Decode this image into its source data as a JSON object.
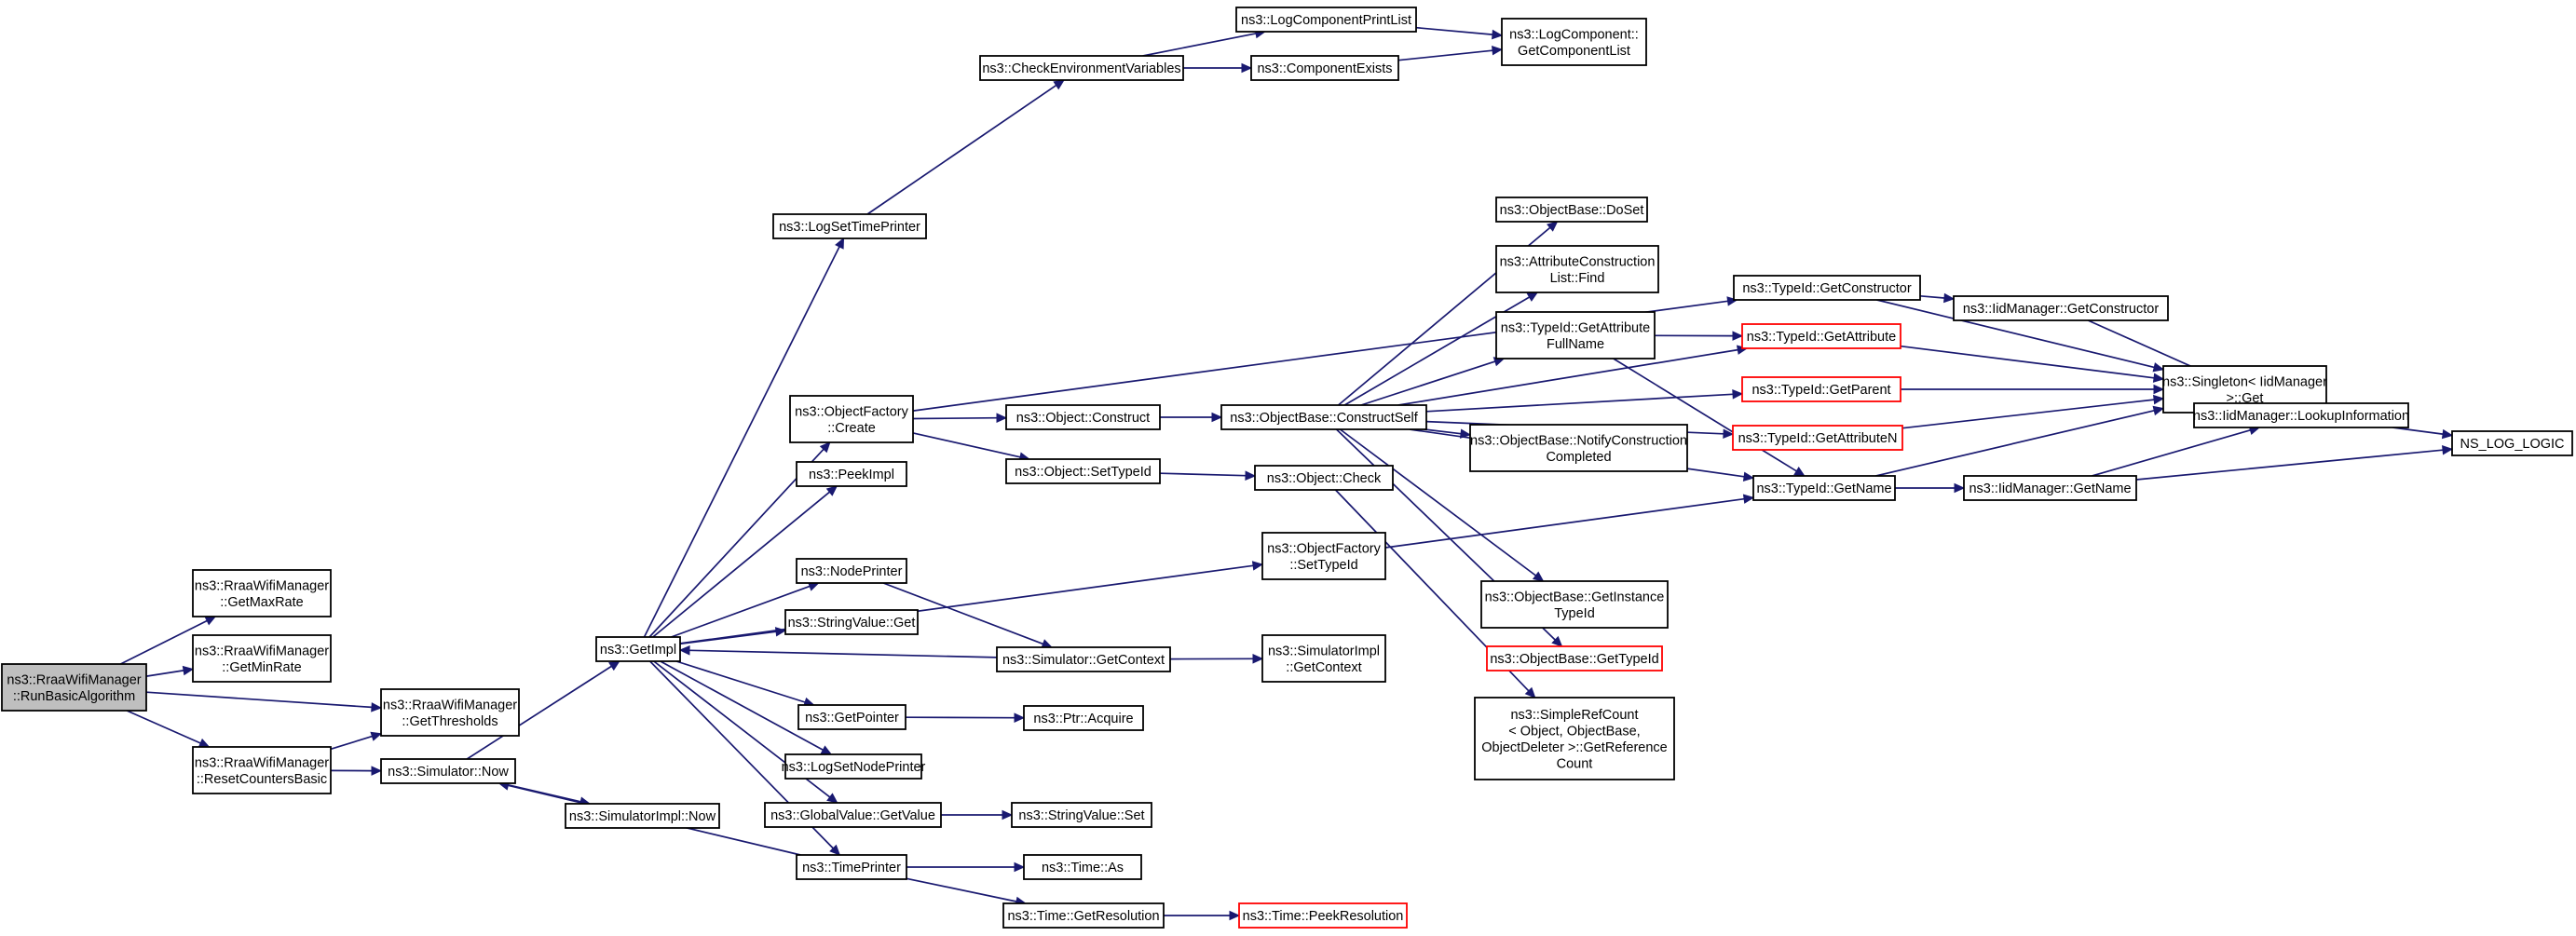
{
  "colors": {
    "edge": "#191970",
    "root_fill": "#bfbfbf",
    "truncated_border": "#ff0000",
    "node_border": "#000000"
  },
  "nodes": [
    {
      "id": "root",
      "lines": [
        "ns3::RraaWifiManager",
        "::RunBasicAlgorithm"
      ],
      "style": "root"
    },
    {
      "id": "getmaxrate",
      "lines": [
        "ns3::RraaWifiManager",
        "::GetMaxRate"
      ]
    },
    {
      "id": "getminrate",
      "lines": [
        "ns3::RraaWifiManager",
        "::GetMinRate"
      ]
    },
    {
      "id": "resetcounters",
      "lines": [
        "ns3::RraaWifiManager",
        "::ResetCountersBasic"
      ]
    },
    {
      "id": "getthresholds",
      "lines": [
        "ns3::RraaWifiManager",
        "::GetThresholds"
      ]
    },
    {
      "id": "simnow",
      "lines": [
        "ns3::Simulator::Now"
      ]
    },
    {
      "id": "simimplnow",
      "lines": [
        "ns3::SimulatorImpl::Now"
      ]
    },
    {
      "id": "getimpl",
      "lines": [
        "ns3::GetImpl"
      ]
    },
    {
      "id": "logsettimeprinter",
      "lines": [
        "ns3::LogSetTimePrinter"
      ]
    },
    {
      "id": "checkenv",
      "lines": [
        "ns3::CheckEnvironmentVariables"
      ]
    },
    {
      "id": "logcompprintlist",
      "lines": [
        "ns3::LogComponentPrintList"
      ]
    },
    {
      "id": "componentexists",
      "lines": [
        "ns3::ComponentExists"
      ]
    },
    {
      "id": "logcompgetlist",
      "lines": [
        "ns3::LogComponent::",
        "GetComponentList"
      ]
    },
    {
      "id": "objfactorycreate",
      "lines": [
        "ns3::ObjectFactory",
        "::Create"
      ]
    },
    {
      "id": "peekimpl",
      "lines": [
        "ns3::PeekImpl"
      ]
    },
    {
      "id": "nodeprinter",
      "lines": [
        "ns3::NodePrinter"
      ]
    },
    {
      "id": "stringvalueget",
      "lines": [
        "ns3::StringValue::Get"
      ]
    },
    {
      "id": "getpointer",
      "lines": [
        "ns3::GetPointer"
      ]
    },
    {
      "id": "logsetnodeprinter",
      "lines": [
        "ns3::LogSetNodePrinter"
      ]
    },
    {
      "id": "globalvaluegetvalue",
      "lines": [
        "ns3::GlobalValue::GetValue"
      ]
    },
    {
      "id": "timeprinter",
      "lines": [
        "ns3::TimePrinter"
      ]
    },
    {
      "id": "objectconstruct",
      "lines": [
        "ns3::Object::Construct"
      ]
    },
    {
      "id": "objectsettypeid",
      "lines": [
        "ns3::Object::SetTypeId"
      ]
    },
    {
      "id": "objectcheck",
      "lines": [
        "ns3::Object::Check"
      ]
    },
    {
      "id": "objfactorysettypeid",
      "lines": [
        "ns3::ObjectFactory",
        "::SetTypeId"
      ]
    },
    {
      "id": "simgetcontext",
      "lines": [
        "ns3::Simulator::GetContext"
      ]
    },
    {
      "id": "simimplgetcontext",
      "lines": [
        "ns3::SimulatorImpl",
        "::GetContext"
      ]
    },
    {
      "id": "ptracquire",
      "lines": [
        "ns3::Ptr::Acquire"
      ]
    },
    {
      "id": "stringvalueset",
      "lines": [
        "ns3::StringValue::Set"
      ]
    },
    {
      "id": "timeas",
      "lines": [
        "ns3::Time::As"
      ]
    },
    {
      "id": "timegetres",
      "lines": [
        "ns3::Time::GetResolution"
      ]
    },
    {
      "id": "timepeekres",
      "lines": [
        "ns3::Time::PeekResolution"
      ],
      "style": "trunc"
    },
    {
      "id": "constructself",
      "lines": [
        "ns3::ObjectBase::ConstructSelf"
      ]
    },
    {
      "id": "doset",
      "lines": [
        "ns3::ObjectBase::DoSet"
      ]
    },
    {
      "id": "attrconstlistfind",
      "lines": [
        "ns3::AttributeConstruction",
        "List::Find"
      ]
    },
    {
      "id": "getattrfullname",
      "lines": [
        "ns3::TypeId::GetAttribute",
        "FullName"
      ]
    },
    {
      "id": "notifyconst",
      "lines": [
        "ns3::ObjectBase::NotifyConstruction",
        "Completed"
      ]
    },
    {
      "id": "getinstancetypeid",
      "lines": [
        "ns3::ObjectBase::GetInstance",
        "TypeId"
      ]
    },
    {
      "id": "objbasegettypeid",
      "lines": [
        "ns3::ObjectBase::GetTypeId"
      ],
      "style": "trunc"
    },
    {
      "id": "simplerefcount",
      "lines": [
        "ns3::SimpleRefCount",
        "< Object, ObjectBase,",
        "ObjectDeleter >::GetReference",
        "Count"
      ]
    },
    {
      "id": "typeidgetconstructor",
      "lines": [
        "ns3::TypeId::GetConstructor"
      ]
    },
    {
      "id": "typeidgetattribute",
      "lines": [
        "ns3::TypeId::GetAttribute"
      ],
      "style": "trunc"
    },
    {
      "id": "typeidgetparent",
      "lines": [
        "ns3::TypeId::GetParent"
      ],
      "style": "trunc"
    },
    {
      "id": "typeidgetattributen",
      "lines": [
        "ns3::TypeId::GetAttributeN"
      ],
      "style": "trunc"
    },
    {
      "id": "typeidgetname",
      "lines": [
        "ns3::TypeId::GetName"
      ]
    },
    {
      "id": "iidmgrgetconstructor",
      "lines": [
        "ns3::IidManager::GetConstructor"
      ]
    },
    {
      "id": "singletonget",
      "lines": [
        "ns3::Singleton< IidManager",
        ">::Get"
      ]
    },
    {
      "id": "iidmgrgetname",
      "lines": [
        "ns3::IidManager::GetName"
      ]
    },
    {
      "id": "lookupinfo",
      "lines": [
        "ns3::IidManager::LookupInformation"
      ]
    },
    {
      "id": "nslogiclogic",
      "lines": [
        "NS_LOG_LOGIC"
      ]
    }
  ],
  "edges": [
    [
      "root",
      "getmaxrate"
    ],
    [
      "root",
      "getminrate"
    ],
    [
      "root",
      "resetcounters"
    ],
    [
      "root",
      "getthresholds"
    ],
    [
      "resetcounters",
      "getthresholds"
    ],
    [
      "resetcounters",
      "simnow"
    ],
    [
      "simnow",
      "getimpl"
    ],
    [
      "simnow",
      "simimplnow"
    ],
    [
      "getimpl",
      "logsettimeprinter"
    ],
    [
      "getimpl",
      "objfactorycreate"
    ],
    [
      "getimpl",
      "peekimpl"
    ],
    [
      "getimpl",
      "nodeprinter"
    ],
    [
      "getimpl",
      "stringvalueget"
    ],
    [
      "getimpl",
      "getpointer"
    ],
    [
      "getimpl",
      "logsetnodeprinter"
    ],
    [
      "getimpl",
      "globalvaluegetvalue"
    ],
    [
      "getimpl",
      "timeprinter"
    ],
    [
      "getimpl",
      "objfactorysettypeid"
    ],
    [
      "simgetcontext",
      "getimpl"
    ],
    [
      "timeprinter",
      "simnow"
    ],
    [
      "logsettimeprinter",
      "checkenv"
    ],
    [
      "checkenv",
      "logcompprintlist"
    ],
    [
      "checkenv",
      "componentexists"
    ],
    [
      "logcompprintlist",
      "logcompgetlist"
    ],
    [
      "componentexists",
      "logcompgetlist"
    ],
    [
      "objfactorycreate",
      "objectconstruct"
    ],
    [
      "objfactorycreate",
      "objectsettypeid"
    ],
    [
      "objfactorycreate",
      "typeidgetconstructor"
    ],
    [
      "nodeprinter",
      "simgetcontext"
    ],
    [
      "simgetcontext",
      "simimplgetcontext"
    ],
    [
      "getpointer",
      "ptracquire"
    ],
    [
      "globalvaluegetvalue",
      "stringvalueset"
    ],
    [
      "timeprinter",
      "timeas"
    ],
    [
      "timeprinter",
      "timegetres"
    ],
    [
      "timegetres",
      "timepeekres"
    ],
    [
      "objectconstruct",
      "constructself"
    ],
    [
      "objectsettypeid",
      "objectcheck"
    ],
    [
      "objectcheck",
      "simplerefcount"
    ],
    [
      "objfactorysettypeid",
      "typeidgetname"
    ],
    [
      "constructself",
      "doset"
    ],
    [
      "constructself",
      "attrconstlistfind"
    ],
    [
      "constructself",
      "getattrfullname"
    ],
    [
      "constructself",
      "typeidgetattribute"
    ],
    [
      "constructself",
      "typeidgetparent"
    ],
    [
      "constructself",
      "notifyconst"
    ],
    [
      "constructself",
      "typeidgetattributen"
    ],
    [
      "constructself",
      "typeidgetname"
    ],
    [
      "constructself",
      "getinstancetypeid"
    ],
    [
      "constructself",
      "objbasegettypeid"
    ],
    [
      "getattrfullname",
      "typeidgetattribute"
    ],
    [
      "getattrfullname",
      "typeidgetname"
    ],
    [
      "typeidgetconstructor",
      "iidmgrgetconstructor"
    ],
    [
      "typeidgetconstructor",
      "singletonget"
    ],
    [
      "iidmgrgetconstructor",
      "lookupinfo"
    ],
    [
      "typeidgetattribute",
      "singletonget"
    ],
    [
      "typeidgetparent",
      "singletonget"
    ],
    [
      "typeidgetattributen",
      "singletonget"
    ],
    [
      "typeidgetname",
      "singletonget"
    ],
    [
      "typeidgetname",
      "iidmgrgetname"
    ],
    [
      "iidmgrgetname",
      "lookupinfo"
    ],
    [
      "iidmgrgetname",
      "nslogiclogic"
    ],
    [
      "lookupinfo",
      "nslogiclogic"
    ]
  ]
}
